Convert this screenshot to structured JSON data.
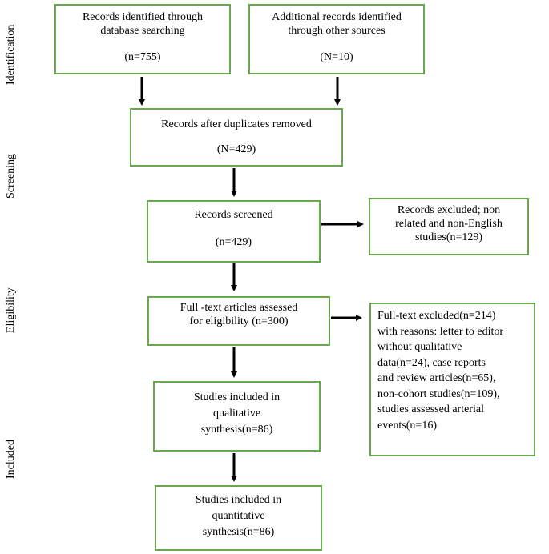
{
  "stages": {
    "identification": "Identification",
    "screening": "Screening",
    "eligibility": "Eligibility",
    "included": "Included"
  },
  "boxes": {
    "db_search": {
      "lines": [
        "Records identified through",
        "database searching"
      ],
      "count": "(n=755)"
    },
    "other_sources": {
      "lines": [
        "Additional records identified",
        "through other sources"
      ],
      "count": "(N=10)"
    },
    "after_duplicates": {
      "lines": [
        "Records after duplicates removed"
      ],
      "count": "(N=429)"
    },
    "screened": {
      "lines": [
        "Records screened"
      ],
      "count": "(n=429)"
    },
    "excluded": {
      "lines": [
        "Records excluded; non",
        "related and non-English",
        "studies(n=129)"
      ]
    },
    "full_text": {
      "lines": [
        "Full -text articles assessed",
        "for eligibility (n=300)"
      ]
    },
    "full_text_excluded": {
      "lines": [
        "Full-text excluded(n=214)",
        "with reasons: letter to editor",
        "without qualitative",
        "data(n=24), case reports",
        "and review articles(n=65),",
        "non-cohort studies(n=109),",
        "studies assessed arterial",
        "events(n=16)"
      ]
    },
    "qualitative": {
      "lines": [
        "Studies included in",
        "qualitative",
        "synthesis(n=86)"
      ]
    },
    "quantitative": {
      "lines": [
        "Studies included in",
        "quantitative",
        "synthesis(n=86)"
      ]
    }
  },
  "colors": {
    "box_border": "#6aa84f",
    "arrow": "#000000"
  }
}
